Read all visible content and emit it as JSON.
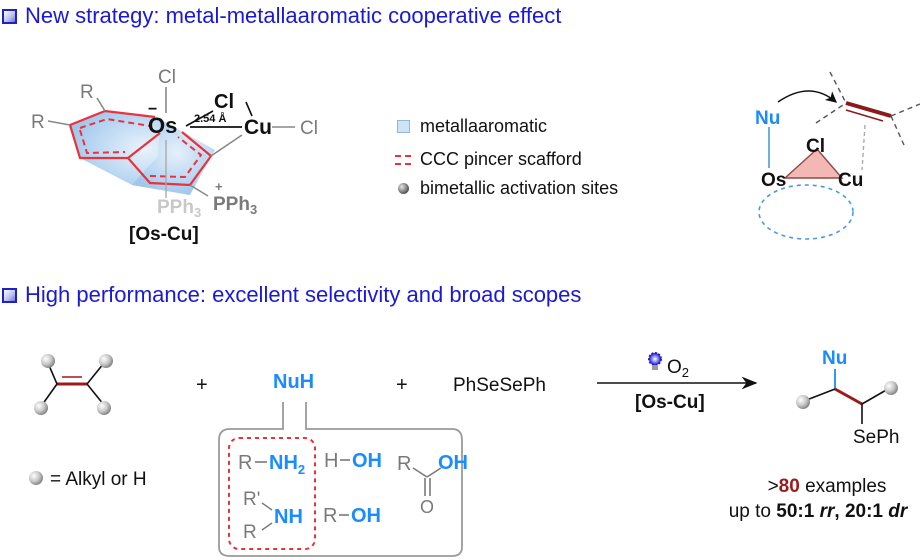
{
  "headings": {
    "section1": "New strategy: metal-metallaaromatic cooperative effect",
    "section2": "High performance: excellent selectivity and broad scopes"
  },
  "colors": {
    "heading_blue": "#1a1ad6",
    "scaffold_red": "#e8323c",
    "nucleophile_blue": "#1a8cff",
    "bond_darkred": "#9b1b1b",
    "aromatic_fill": "#bcd8f2",
    "triangle_fill": "#f4b8b4",
    "gray_text": "#7a7a7a"
  },
  "complex": {
    "r_top": "R",
    "r_left": "R",
    "cl_top": "Cl",
    "cl_bridge": "Cl",
    "os": "Os",
    "os_charge": "−",
    "cu": "Cu",
    "cl_right": "Cl",
    "distance": "2.54 Å",
    "pph3_back": "PPh",
    "pph3_back_sub": "3",
    "pph3_front": "PPh",
    "pph3_front_sub": "3",
    "pph3_charge": "+",
    "label": "[Os-Cu]"
  },
  "legend": [
    {
      "icon": "blue-square-icon",
      "label": "metallaaromatic"
    },
    {
      "icon": "red-dashed-lines-icon",
      "label": "CCC pincer scafford"
    },
    {
      "icon": "gray-sphere-icon",
      "label": "bimetallic activation sites"
    }
  ],
  "mechanism": {
    "nu": "Nu",
    "cl": "Cl",
    "os": "Os",
    "cu": "Cu"
  },
  "reaction": {
    "plus1": "+",
    "nucleophile": "NuH",
    "plus2": "+",
    "reagent": "PhSeSePh",
    "condition_top": "O",
    "condition_top_sub": "2",
    "catalyst": "[Os-Cu]",
    "sphere_legend": "= Alkyl or H",
    "product_nu": "Nu",
    "product_seph": "SePh"
  },
  "nucleophiles": {
    "amine_primary_r": "R",
    "amine_primary_n": "NH",
    "amine_primary_sub": "2",
    "amine_secondary_r1": "R'",
    "amine_secondary_r2": "R",
    "amine_secondary_n": "NH",
    "water_h": "H",
    "water_oh": "OH",
    "alcohol_r": "R",
    "alcohol_oh": "OH",
    "acid_r": "R",
    "acid_oh": "OH",
    "acid_o": "O",
    "dash": "-"
  },
  "results": {
    "examples_prefix": ">",
    "examples_count": "80",
    "examples_suffix": " examples",
    "selectivity_prefix": "up to ",
    "rr_value": "50:1",
    "rr_label": "rr",
    "sep": ", ",
    "dr_value": "20:1",
    "dr_label": "dr"
  }
}
